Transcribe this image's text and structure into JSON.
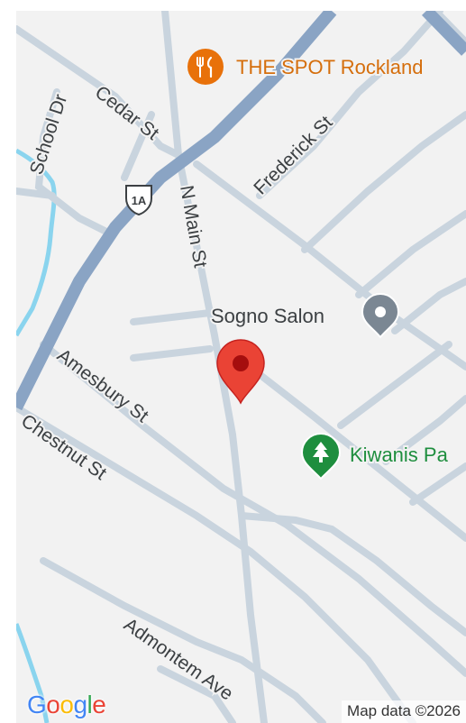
{
  "map": {
    "streets": {
      "school_dr": "School Dr",
      "cedar_st": "Cedar St",
      "frederick_st": "Frederick St",
      "n_main_st": "N Main St",
      "amesbury_st": "Amesbury St",
      "chestnut_st": "Chestnut St",
      "admontem_ave": "Admontem Ave"
    },
    "route_shield": {
      "label": "1A",
      "icon": "us-route-shield-icon"
    },
    "pois": {
      "restaurant": {
        "name": "THE SPOT Rockland",
        "icon": "fork-knife-icon",
        "color": "#e8710a"
      },
      "salon": {
        "name": "Sogno Salon",
        "icon": "place-dot-icon",
        "color": "#7b8793"
      },
      "park": {
        "name": "Kiwanis Pa",
        "icon": "tree-icon",
        "color": "#1e8e3e"
      }
    },
    "pin": {
      "icon": "location-pin-icon",
      "color": "#ea4335"
    },
    "colors": {
      "background": "#f2f2f2",
      "road": "#c9d4de",
      "highway": "#8aa4c4",
      "water": "#8ad4ee",
      "street_text": "#3c4043"
    }
  },
  "footer": {
    "logo_letters": [
      "G",
      "o",
      "o",
      "g",
      "l",
      "e"
    ],
    "logo_colors": [
      "#4285f4",
      "#ea4335",
      "#fbbc05",
      "#4285f4",
      "#34a853",
      "#ea4335"
    ],
    "attribution": "Map data ©2026"
  }
}
